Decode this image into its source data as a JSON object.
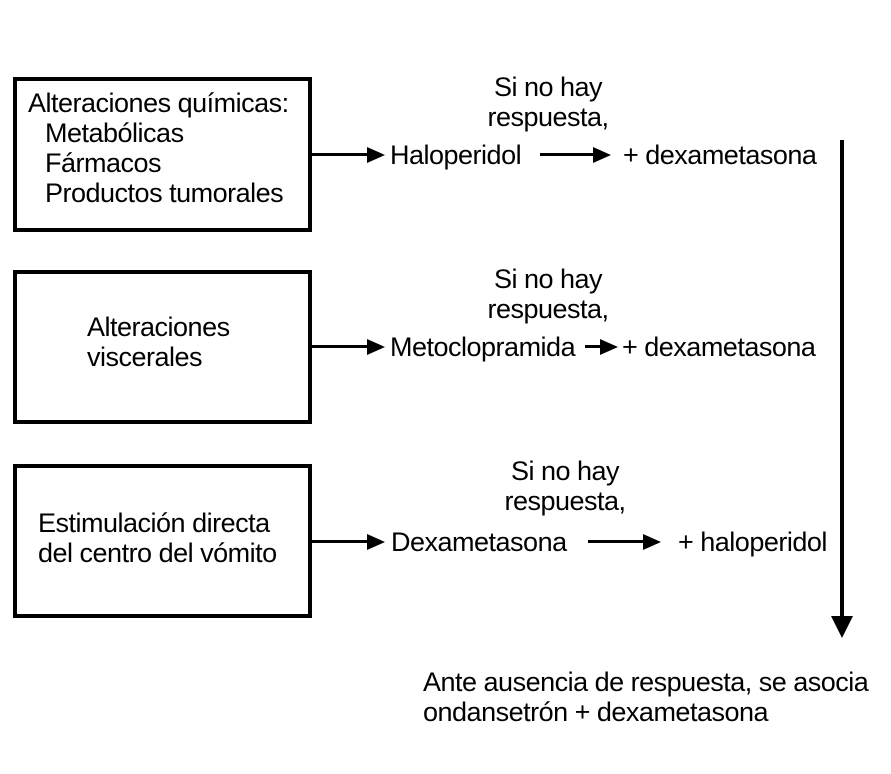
{
  "colors": {
    "ink": "#000000",
    "background": "#ffffff"
  },
  "boxes": [
    {
      "id": "chemical",
      "lines": [
        "Alteraciones químicas:",
        "Metabólicas",
        "Fármacos",
        "Productos tumorales"
      ]
    },
    {
      "id": "visceral",
      "lines": [
        "Alteraciones",
        "viscerales"
      ]
    },
    {
      "id": "vomiting-center",
      "lines": [
        "Estimulación directa",
        "del centro del vómito"
      ]
    }
  ],
  "rows": [
    {
      "drug": "Haloperidol",
      "condition_line1": "Si no hay",
      "condition_line2": "respuesta,",
      "escalation": "+ dexametasona"
    },
    {
      "drug": "Metoclopramida",
      "condition_line1": "Si no hay",
      "condition_line2": "respuesta,",
      "escalation": "+ dexametasona"
    },
    {
      "drug": "Dexametasona",
      "condition_line1": "Si no hay",
      "condition_line2": "respuesta,",
      "escalation": "+ haloperidol"
    }
  ],
  "footer": {
    "line1": "Ante ausencia de respuesta, se asocia",
    "line2": "ondansetrón + dexametasona"
  }
}
